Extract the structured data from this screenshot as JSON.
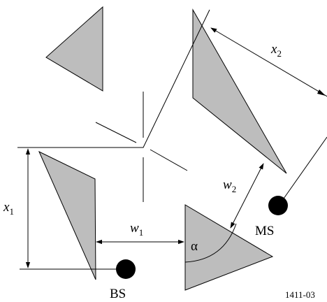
{
  "labels": {
    "x1": "x",
    "x1_sub": "1",
    "x2": "x",
    "x2_sub": "2",
    "w1": "w",
    "w1_sub": "1",
    "w2": "w",
    "w2_sub": "2",
    "alpha": "α",
    "bs": "BS",
    "ms": "MS",
    "figure_id": "1411-03"
  },
  "colors": {
    "building_fill": "#bdbdbd",
    "stroke": "#000000",
    "station": "#000000"
  }
}
